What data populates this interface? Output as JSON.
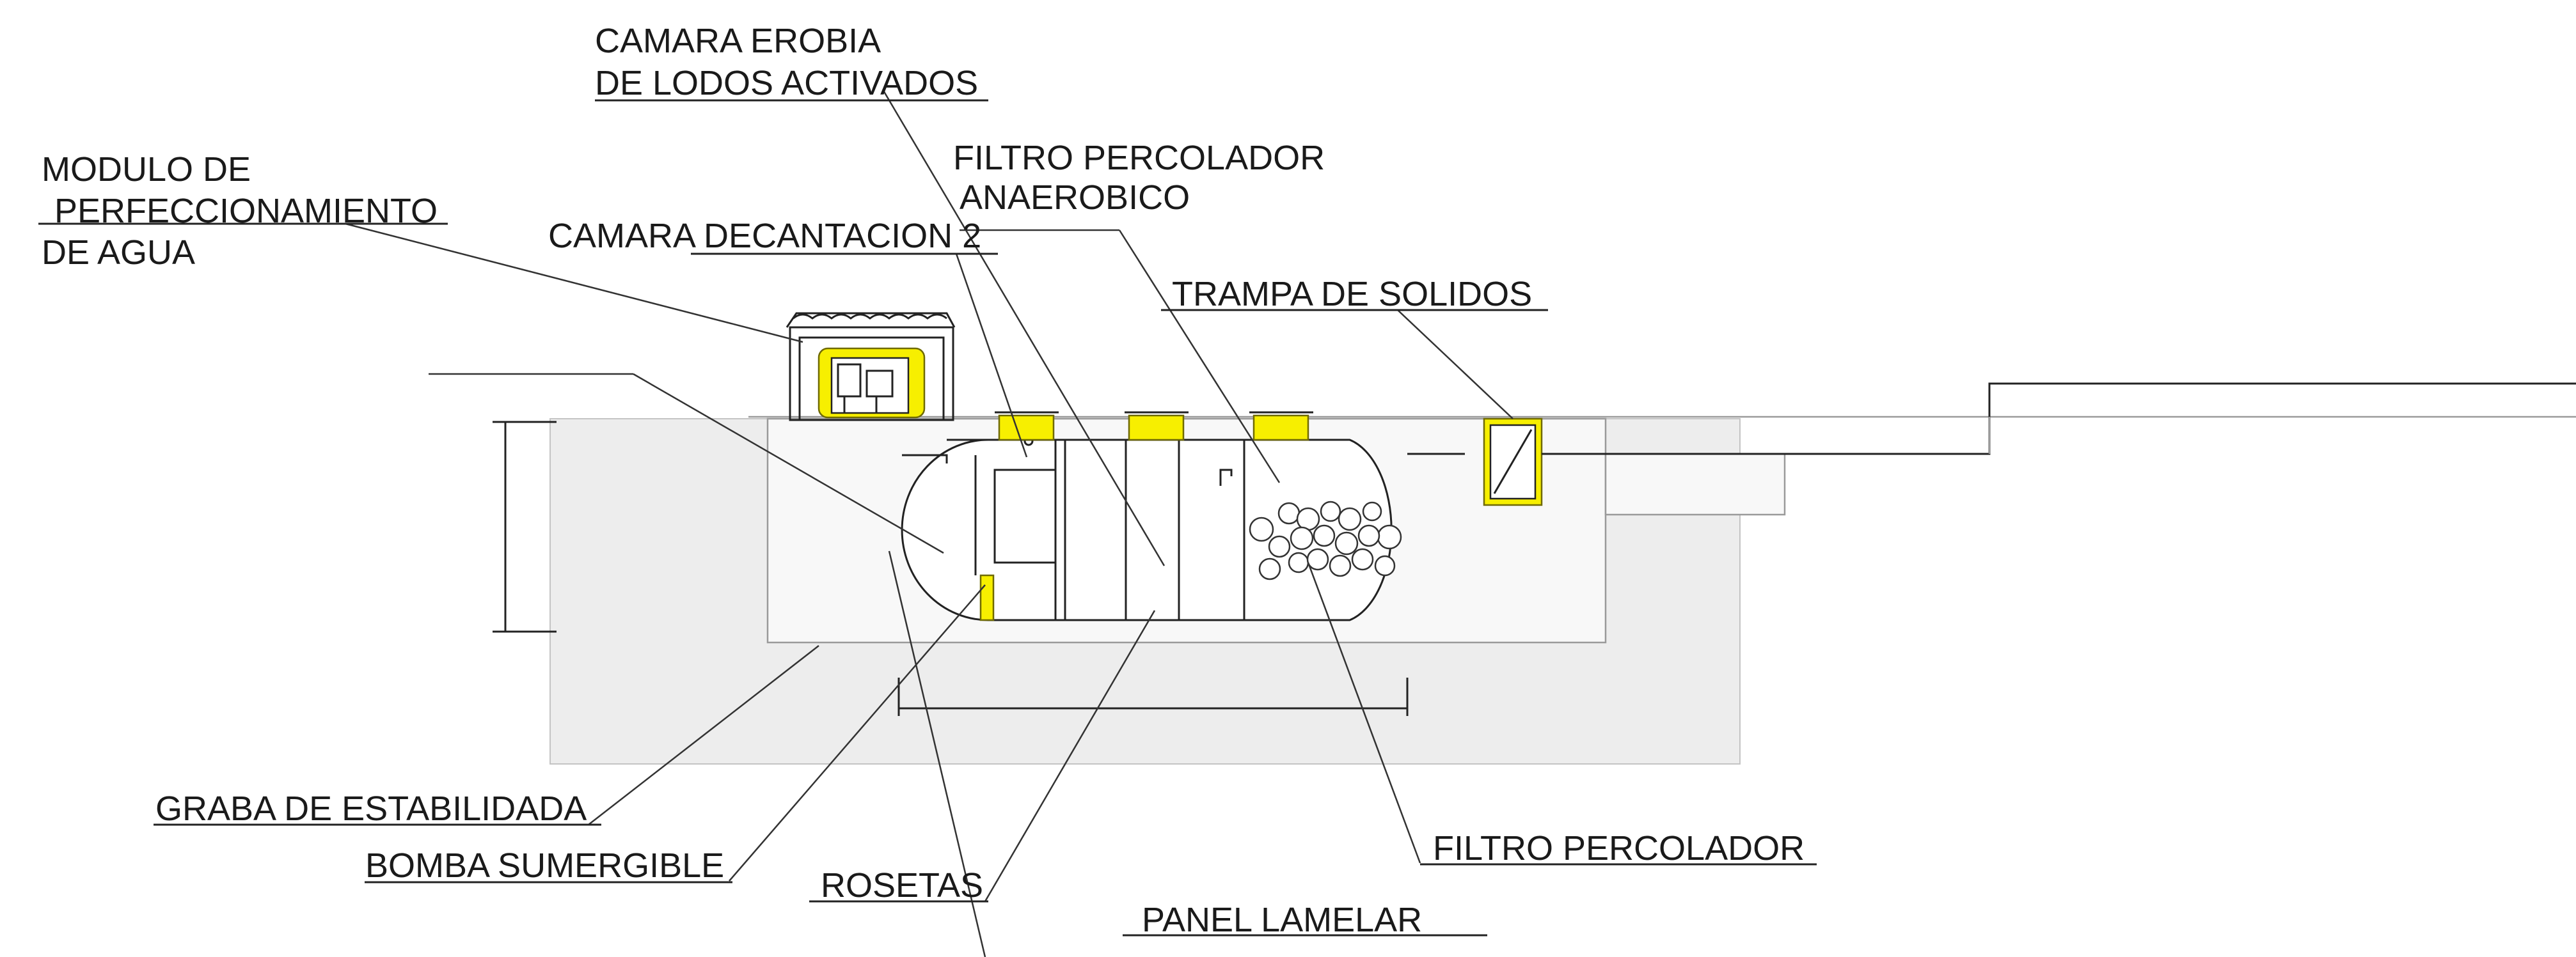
{
  "labels": {
    "camara_erobia_1": "CAMARA EROBIA",
    "camara_erobia_2": "DE LODOS ACTIVADOS",
    "modulo_1": "MODULO DE",
    "modulo_2": "PERFECCIONAMIENTO",
    "modulo_3": "DE AGUA",
    "filtro_anaerobico_1": "FILTRO PERCOLADOR",
    "filtro_anaerobico_2": "ANAEROBICO",
    "camara_decantacion": "CAMARA DECANTACION 2",
    "trampa_solidos": "TRAMPA DE SOLIDOS",
    "graba": "GRABA DE ESTABILIDADA",
    "bomba": "BOMBA SUMERGIBLE",
    "rosetas": "ROSETAS",
    "filtro_percolador": "FILTRO PERCOLADOR",
    "panel_lamelar": "PANEL LAMELAR"
  },
  "colors": {
    "highlight": "#f7ef00",
    "line": "#222222",
    "ground": "#ededed"
  }
}
